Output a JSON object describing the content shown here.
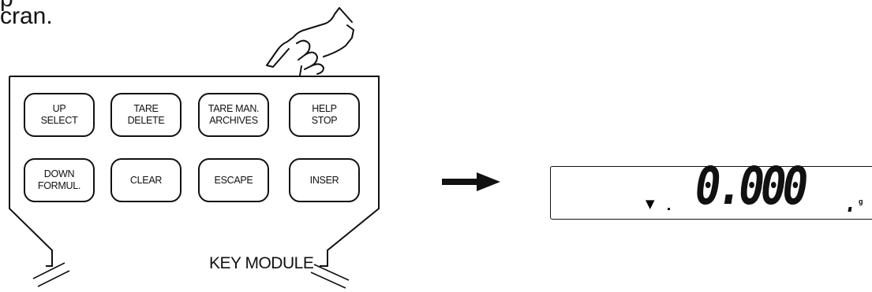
{
  "caption": {
    "line1": "p",
    "line2": "cran."
  },
  "keypad": {
    "module_label": "KEY MODULE",
    "keys": [
      {
        "name": "up-select-key",
        "label": "UP\nSELECT"
      },
      {
        "name": "tare-delete-key",
        "label": "TARE\nDELETE"
      },
      {
        "name": "tare-man-archives-key",
        "label": "TARE MAN.\nARCHIVES"
      },
      {
        "name": "help-stop-key",
        "label": "HELP\nSTOP"
      },
      {
        "name": "down-formul-key",
        "label": "DOWN\nFORMUL."
      },
      {
        "name": "clear-key",
        "label": "CLEAR"
      },
      {
        "name": "escape-key",
        "label": "ESCAPE"
      },
      {
        "name": "inser-key",
        "label": "INSER"
      }
    ]
  },
  "display": {
    "reading": "0.000",
    "unit": "g",
    "indicator": "▼"
  },
  "icons": {
    "hand": "pointing-hand-icon",
    "arrow": "right-arrow-icon",
    "indicator": "down-triangle-icon"
  }
}
